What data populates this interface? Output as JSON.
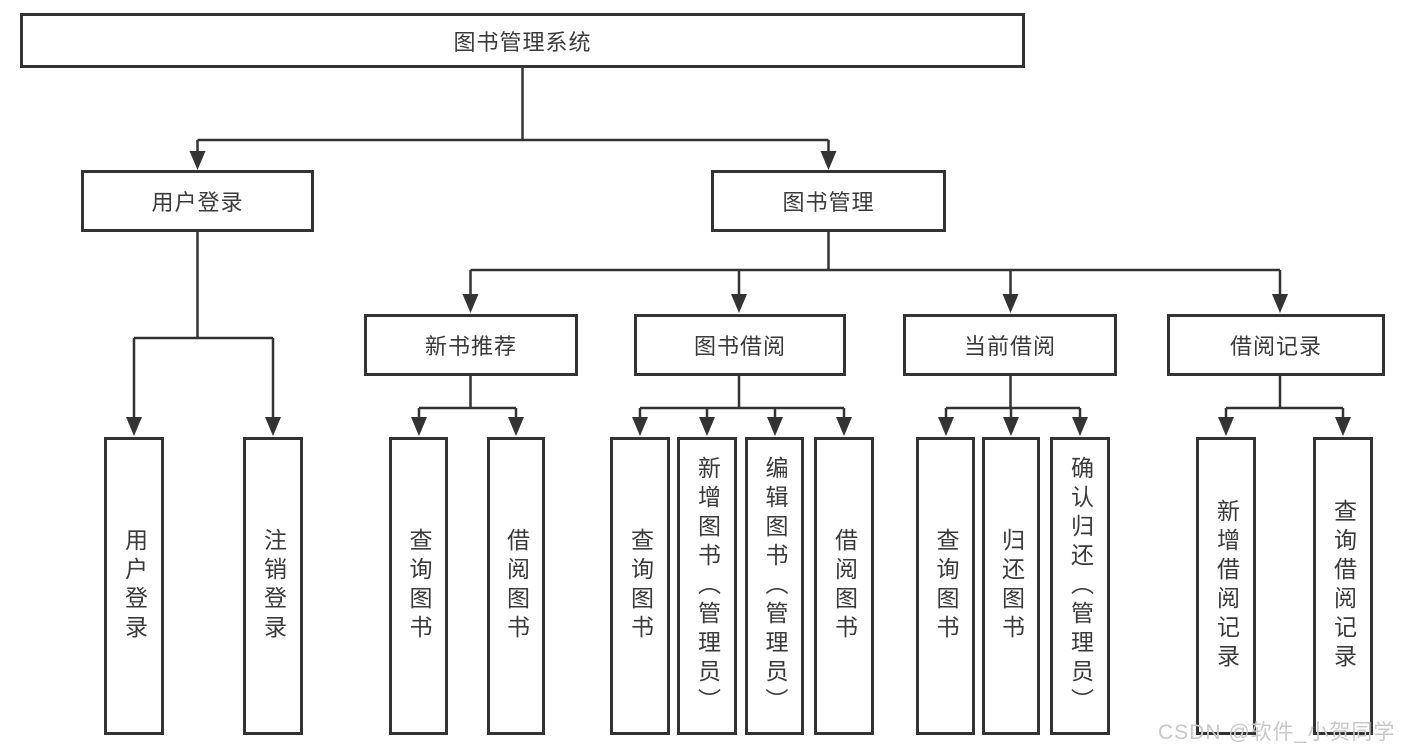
{
  "diagram": {
    "colors": {
      "line": "#333333",
      "box_border": "#333333",
      "text": "#3a3a3a",
      "background": "#ffffff",
      "watermark_color": "#c8c8c8"
    },
    "nodes": {
      "root": {
        "label": "图书管理系统"
      },
      "user_login": {
        "label": "用户登录"
      },
      "book_management": {
        "label": "图书管理"
      },
      "new_book_recommend": {
        "label": "新书推荐"
      },
      "book_borrowing": {
        "label": "图书借阅"
      },
      "current_borrowing": {
        "label": "当前借阅"
      },
      "borrowing_records": {
        "label": "借阅记录"
      },
      "leaf_user_login": {
        "label": "用户登录"
      },
      "leaf_logout": {
        "label": "注销登录"
      },
      "leaf_query_books_1": {
        "label": "查询图书"
      },
      "leaf_borrow_books_1": {
        "label": "借阅图书"
      },
      "leaf_query_books_2": {
        "label": "查询图书"
      },
      "leaf_add_books_admin": {
        "label": "新增图书（管理员）"
      },
      "leaf_edit_books_admin": {
        "label": "编辑图书（管理员）"
      },
      "leaf_borrow_books_2": {
        "label": "借阅图书"
      },
      "leaf_query_books_3": {
        "label": "查询图书"
      },
      "leaf_return_books": {
        "label": "归还图书"
      },
      "leaf_confirm_return_admin": {
        "label": "确认归还（管理员）"
      },
      "leaf_add_borrow_record": {
        "label": "新增借阅记录"
      },
      "leaf_query_borrow_record": {
        "label": "查询借阅记录"
      }
    },
    "watermark": "CSDN @软件_小贺同学"
  }
}
